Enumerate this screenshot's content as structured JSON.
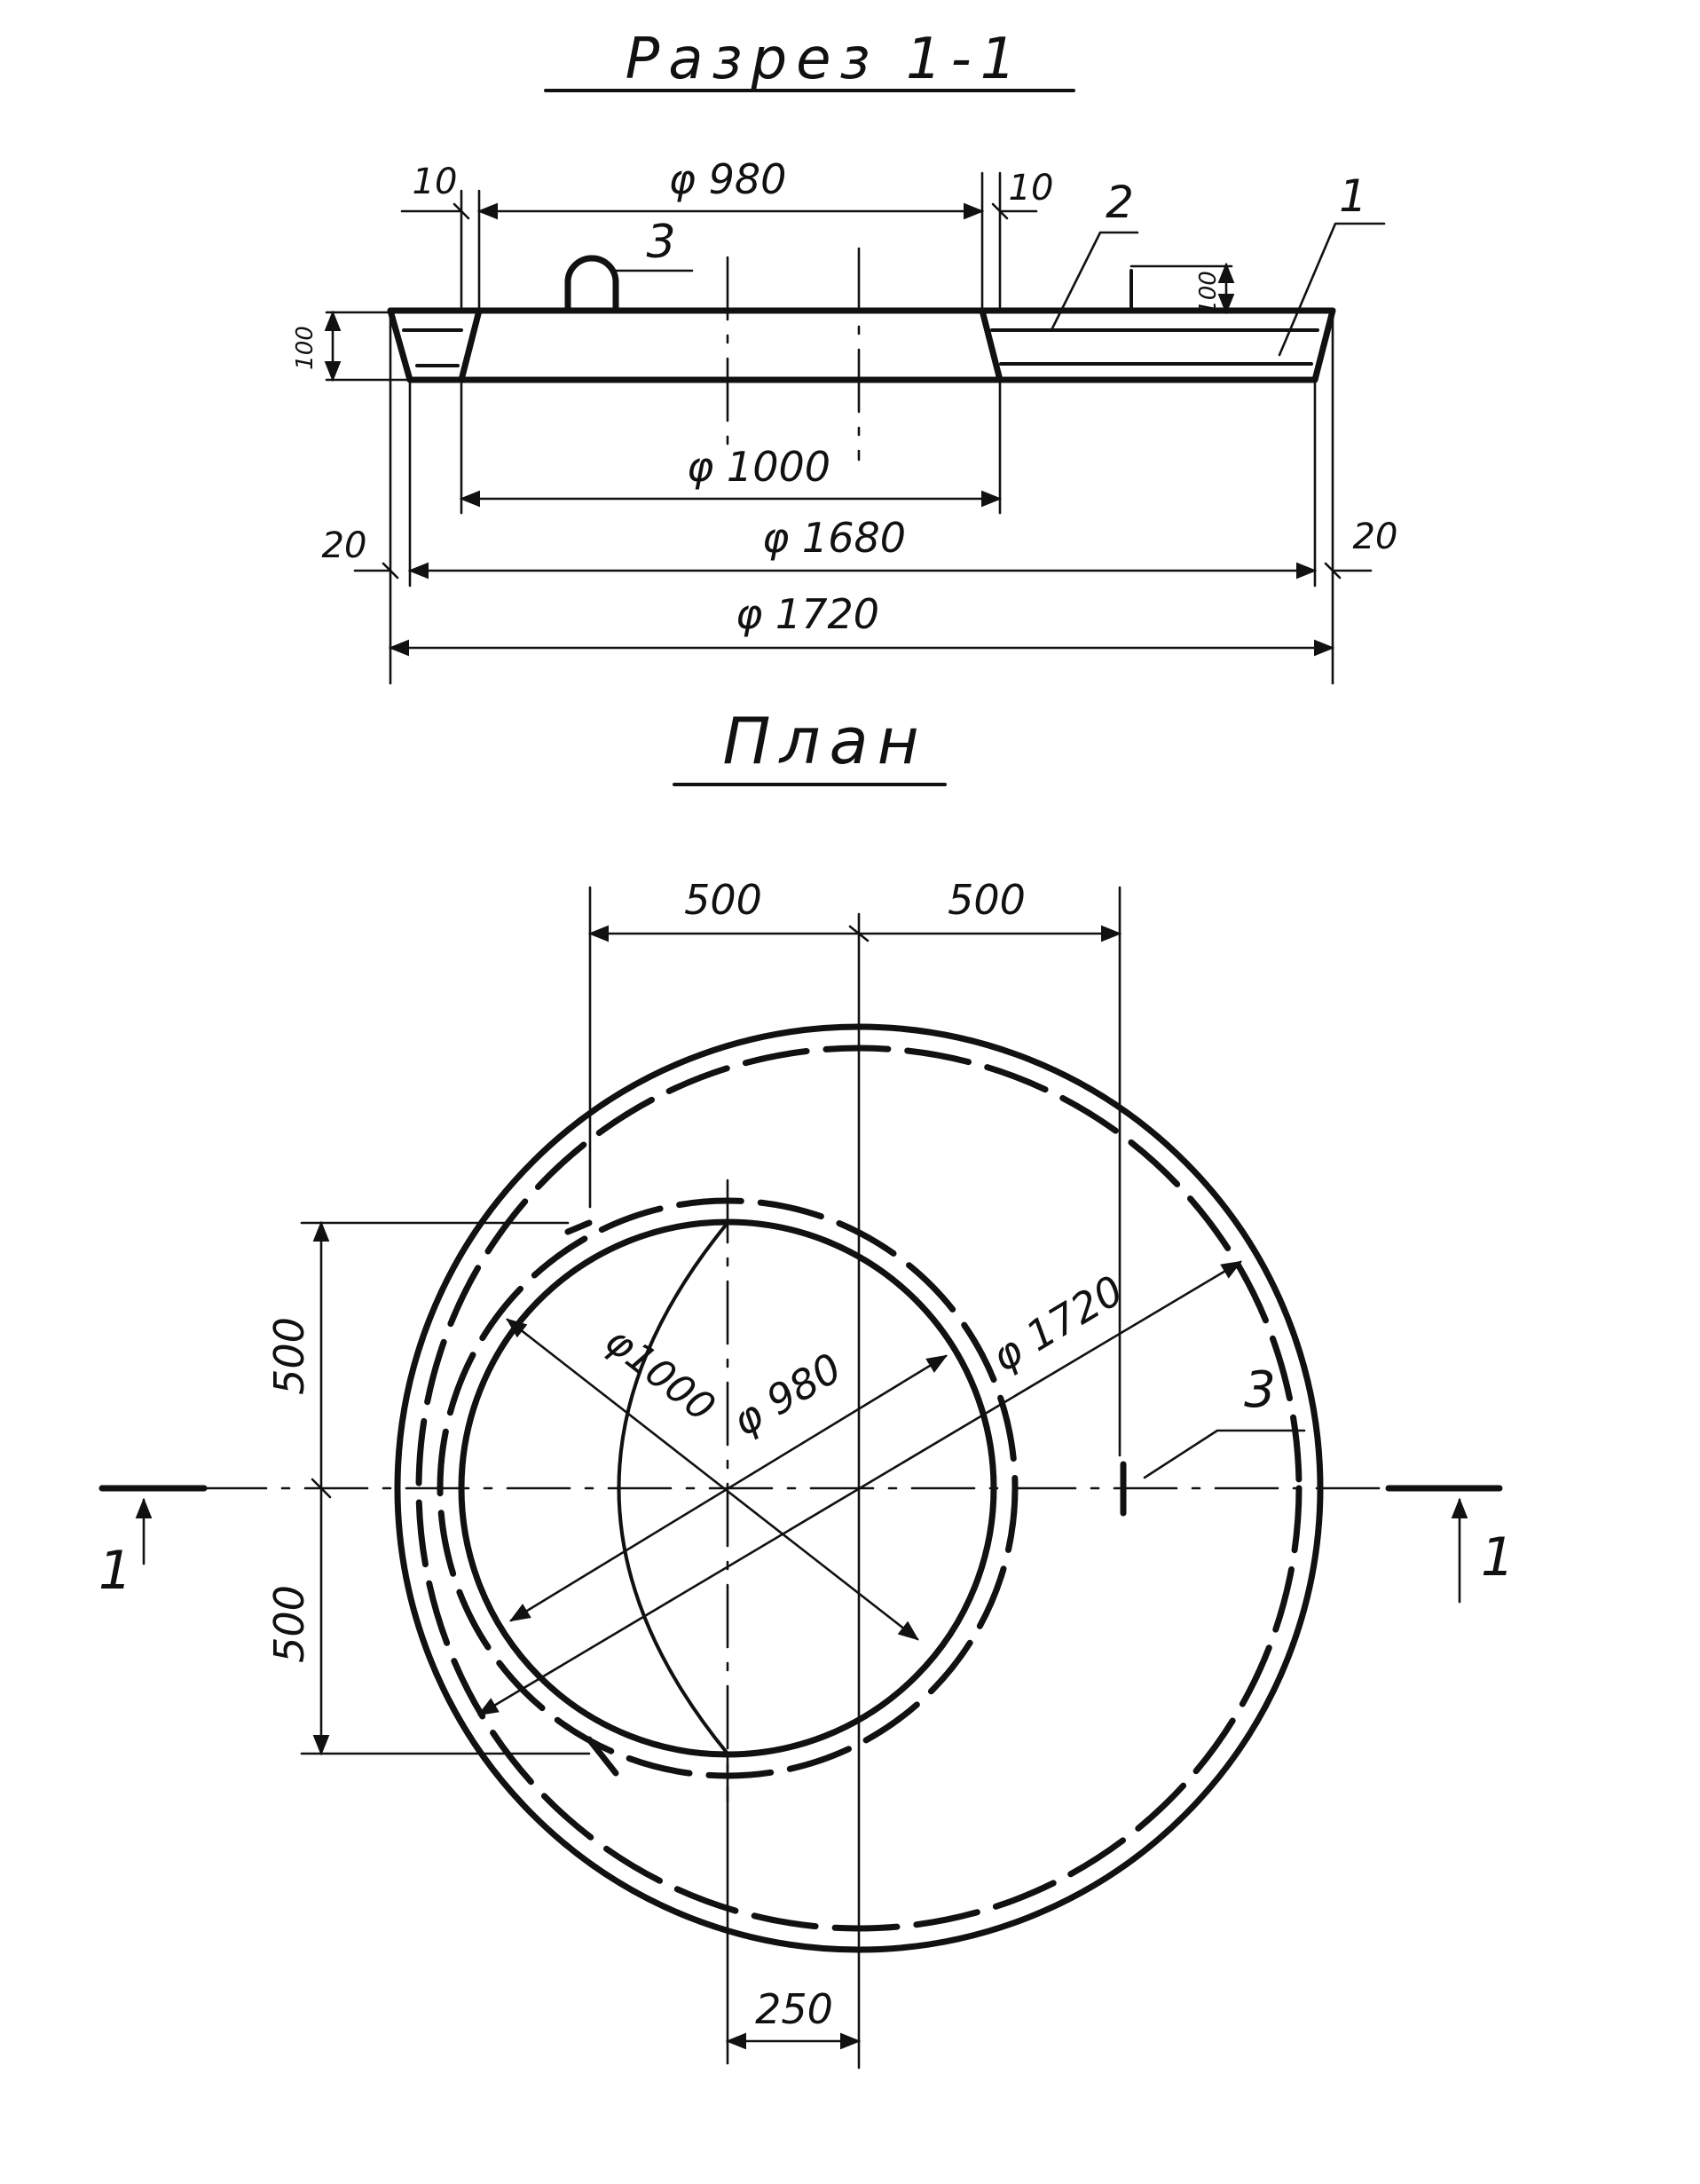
{
  "titles": {
    "section": "Разрез 1-1",
    "plan": "План"
  },
  "section_view": {
    "dim_10_left": "10",
    "dim_980": "φ 980",
    "dim_10_right": "10",
    "label_3": "3",
    "label_2": "2",
    "label_1": "1",
    "dim_100_left": "100",
    "dim_100_right": "100",
    "dim_1000": "φ 1000",
    "dim_20_left": "20",
    "dim_1680": "φ 1680",
    "dim_20_right": "20",
    "dim_1720": "φ 1720"
  },
  "plan_view": {
    "dim_500_top_left": "500",
    "dim_500_top_right": "500",
    "dim_500_left_upper": "500",
    "dim_500_left_lower": "500",
    "dim_1000": "φ1000",
    "dim_980": "φ 980",
    "dim_1720": "φ 1720",
    "label_3": "3",
    "section_mark_left": "1",
    "section_mark_right": "1",
    "dim_250": "250"
  }
}
